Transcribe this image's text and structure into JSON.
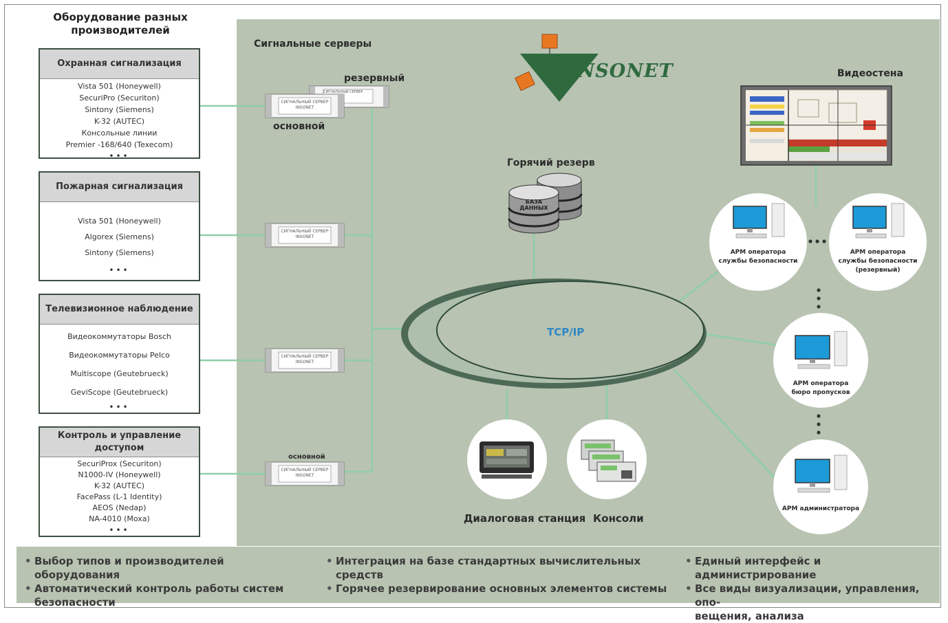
{
  "left_header": [
    "Оборудование разных",
    "производителей"
  ],
  "vendor_groups": [
    {
      "title": "Охранная сигнализация",
      "items": [
        "Vista 501 (Honeywell)",
        "SecuriPro (Securiton)",
        "Sintony (Siemens)",
        "K-32 (AUTEC)",
        "Консольные линии",
        "Premier -168/640 (Texecom)"
      ],
      "more": "•••"
    },
    {
      "title": "Пожарная сигнализация",
      "items": [
        "Vista 501 (Honeywell)",
        "Algorex (Siemens)",
        "Sintony (Siemens)"
      ],
      "more": "•••"
    },
    {
      "title": "Телевизионное наблюдение",
      "items": [
        "Видеокоммутаторы Bosch",
        "Видеокоммутаторы Pelco",
        "Multiscope (Geutebrueck)",
        "GeviScope (Geutebrueck)"
      ],
      "more": "•••"
    },
    {
      "title": "Контроль и управление доступом",
      "items": [
        "SecuriProx (Securiton)",
        "N1000-IV (Honeywell)",
        "K-32 (AUTEC)",
        "FacePass (L-1 Identity)",
        "AEOS (Nedap)",
        "NA-4010 (Moxa)"
      ],
      "more": "•••"
    }
  ],
  "servers": {
    "section_title": "Сигнальные серверы",
    "reserve_label": "резервный",
    "main_label": "основной",
    "main_label_small": "основной",
    "unit_label": [
      "СИГНАЛЬНЫЙ СЕРВЕР",
      "INSONET"
    ]
  },
  "logo": {
    "text": "INSONET"
  },
  "hot_reserve": {
    "label": "Горячий резерв",
    "db_label": [
      "БАЗА",
      "ДАННЫХ"
    ]
  },
  "network": {
    "label": "TCP/IP"
  },
  "video_wall": {
    "label": "Видеостена"
  },
  "workstations": [
    {
      "label": [
        "АРМ оператора",
        "службы безопасности"
      ]
    },
    {
      "label": [
        "АРМ оператора",
        "службы безопасности",
        "(резервный)"
      ]
    },
    {
      "label": [
        "АРМ оператора",
        "бюро пропусков"
      ]
    },
    {
      "label": [
        "АРМ администратора"
      ]
    }
  ],
  "dialog_station": {
    "label": "Диалоговая станция"
  },
  "consoles": {
    "label": "Консоли"
  },
  "features": {
    "col1": [
      "Выбор типов и производителей оборудования",
      "Автоматический контроль работы систем",
      "безопасности"
    ],
    "col2": [
      "Интеграция на базе стандартных вычислительных",
      "средств",
      "Горячее резервирование основных элементов системы"
    ],
    "col3": [
      "Единый интерфейс и администрирование",
      "Все виды визуализации, управления, опо-",
      "вещения, анализа"
    ]
  },
  "colors": {
    "panel": "#b8c3b2",
    "line": "#8fcea7",
    "ring_dark": "#4d6a57",
    "ring_light": "#aebfae",
    "logo_green": "#2e6a3e",
    "logo_orange": "#e97722",
    "network_blue": "#2f87c3"
  }
}
